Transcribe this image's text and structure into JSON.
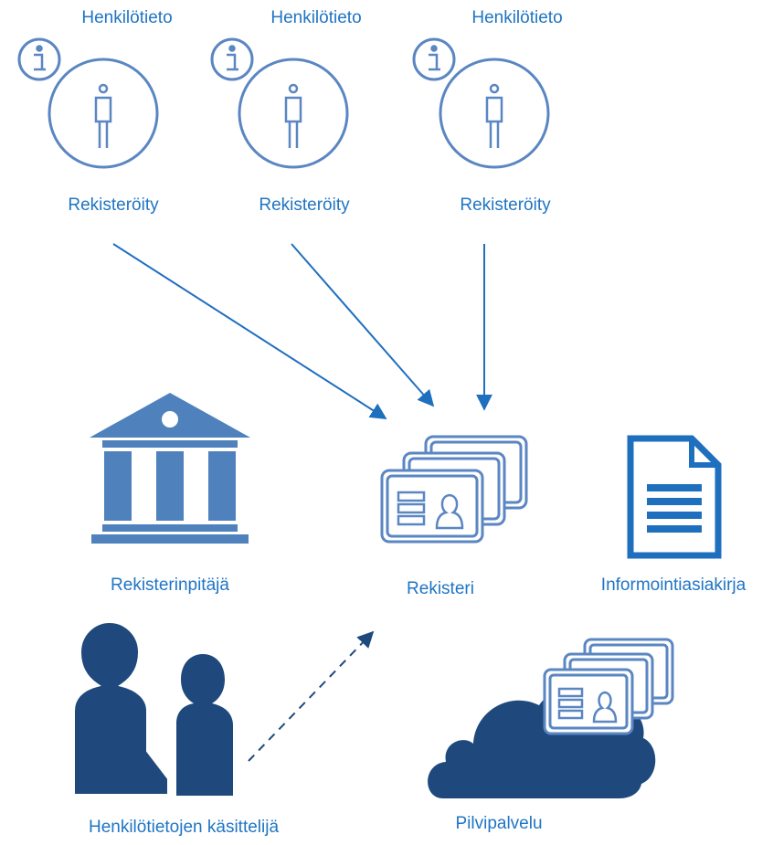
{
  "subjects": [
    {
      "top_label": "Henkilötieto",
      "bottom_label": "Rekisteröity"
    },
    {
      "top_label": "Henkilötieto",
      "bottom_label": "Rekisteröity"
    },
    {
      "top_label": "Henkilötieto",
      "bottom_label": "Rekisteröity"
    }
  ],
  "nodes": {
    "controller": "Rekisterinpitäjä",
    "register": "Rekisteri",
    "privacy_notice": "Informointiasiakirja",
    "processor": "Henkilötietojen käsittelijä",
    "cloud": "Pilvipalvelu"
  },
  "colors": {
    "outline_blue": "#5a86c2",
    "arrow_blue": "#1f6fbf",
    "text_blue": "#1f75c4",
    "building_blue": "#4f81bd",
    "dark_navy": "#1f497d",
    "doc_blue": "#1f6fbf"
  }
}
